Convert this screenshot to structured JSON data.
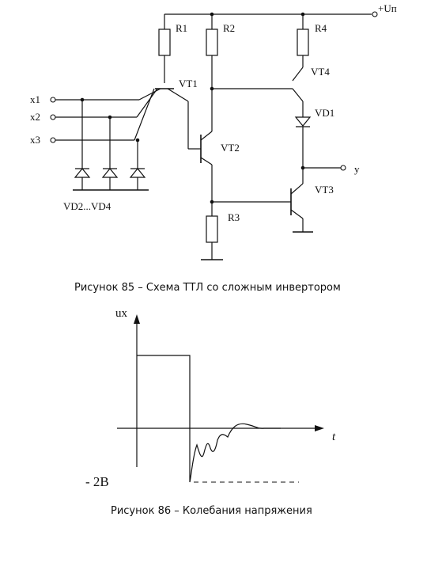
{
  "circuit": {
    "supply_label": "+Uп",
    "resistors": [
      "R1",
      "R2",
      "R3",
      "R4"
    ],
    "transistors": [
      "VT1",
      "VT2",
      "VT3",
      "VT4"
    ],
    "diode_label": "VD1",
    "input_diodes_label": "VD2...VD4",
    "inputs": [
      "x1",
      "x2",
      "x3"
    ],
    "output_label": "y"
  },
  "captions": {
    "figure85": "Рисунок 85 – Схема ТТЛ со сложным инвертором",
    "figure86": "Рисунок 86 – Колебания напряжения"
  },
  "graph": {
    "y_axis_label": "ux",
    "x_axis_label": "t",
    "level_label": "- 2В"
  }
}
